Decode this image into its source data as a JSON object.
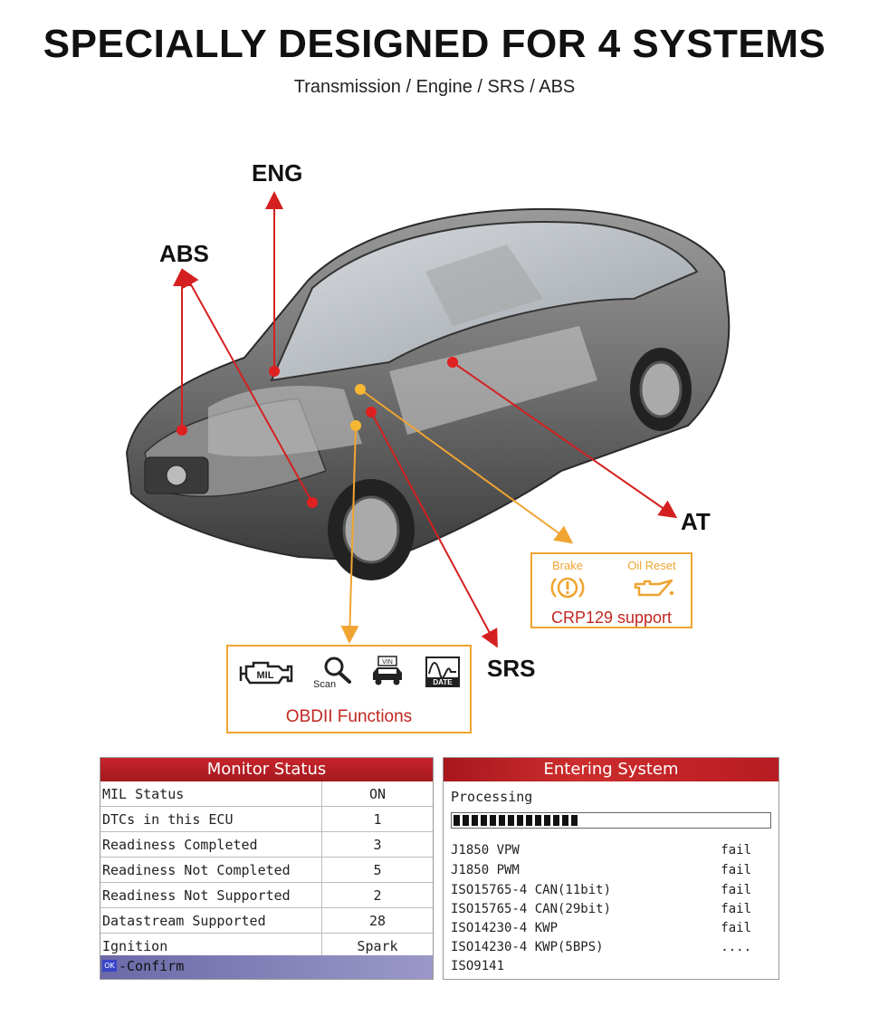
{
  "headline": "SPECIALLY DESIGNED FOR 4 SYSTEMS",
  "subhead": "Transmission / Engine / SRS / ABS",
  "diagram_labels": {
    "eng": "ENG",
    "abs": "ABS",
    "at": "AT",
    "srs": "SRS"
  },
  "crp_box": {
    "brake_label": "Brake",
    "oil_reset_label": "Oil Reset",
    "caption": "CRP129 support",
    "icons": [
      "brake-warning-icon",
      "oil-can-icon"
    ],
    "color": "#f0a431"
  },
  "obd_box": {
    "mil_text": "MIL",
    "scan_label": "Scan",
    "vin_text": "VIN",
    "date_text": "DATE",
    "caption": "OBDII Functions",
    "icons": [
      "engine-mil-icon",
      "magnifier-icon",
      "car-vin-icon",
      "date-wave-icon"
    ]
  },
  "monitor_status": {
    "title": "Monitor Status",
    "rows": [
      {
        "label": "MIL Status",
        "value": "ON"
      },
      {
        "label": "DTCs in this ECU",
        "value": "1"
      },
      {
        "label": "Readiness Completed",
        "value": "3"
      },
      {
        "label": "Readiness Not Completed",
        "value": "5"
      },
      {
        "label": "Readiness Not Supported",
        "value": "2"
      },
      {
        "label": "Datastream Supported",
        "value": "28"
      },
      {
        "label": "Ignition",
        "value": "Spark"
      }
    ],
    "ok_key": "OK",
    "confirm_label": "-Confirm"
  },
  "entering_system": {
    "title": "Entering System",
    "status_text": "Processing",
    "progress": 0.4,
    "protocols": [
      {
        "name": "J1850 VPW",
        "status": "fail"
      },
      {
        "name": "J1850 PWM",
        "status": "fail"
      },
      {
        "name": "ISO15765-4 CAN(11bit)",
        "status": "fail"
      },
      {
        "name": "ISO15765-4 CAN(29bit)",
        "status": "fail"
      },
      {
        "name": "ISO14230-4 KWP",
        "status": "fail"
      },
      {
        "name": "ISO14230-4 KWP(5BPS)",
        "status": "...."
      },
      {
        "name": "ISO9141",
        "status": ""
      }
    ]
  },
  "colors": {
    "red_arrow": "#d42020",
    "orange_arrow": "#f0a431",
    "caption_red": "#c0271f",
    "title_red": "#b71c22"
  }
}
